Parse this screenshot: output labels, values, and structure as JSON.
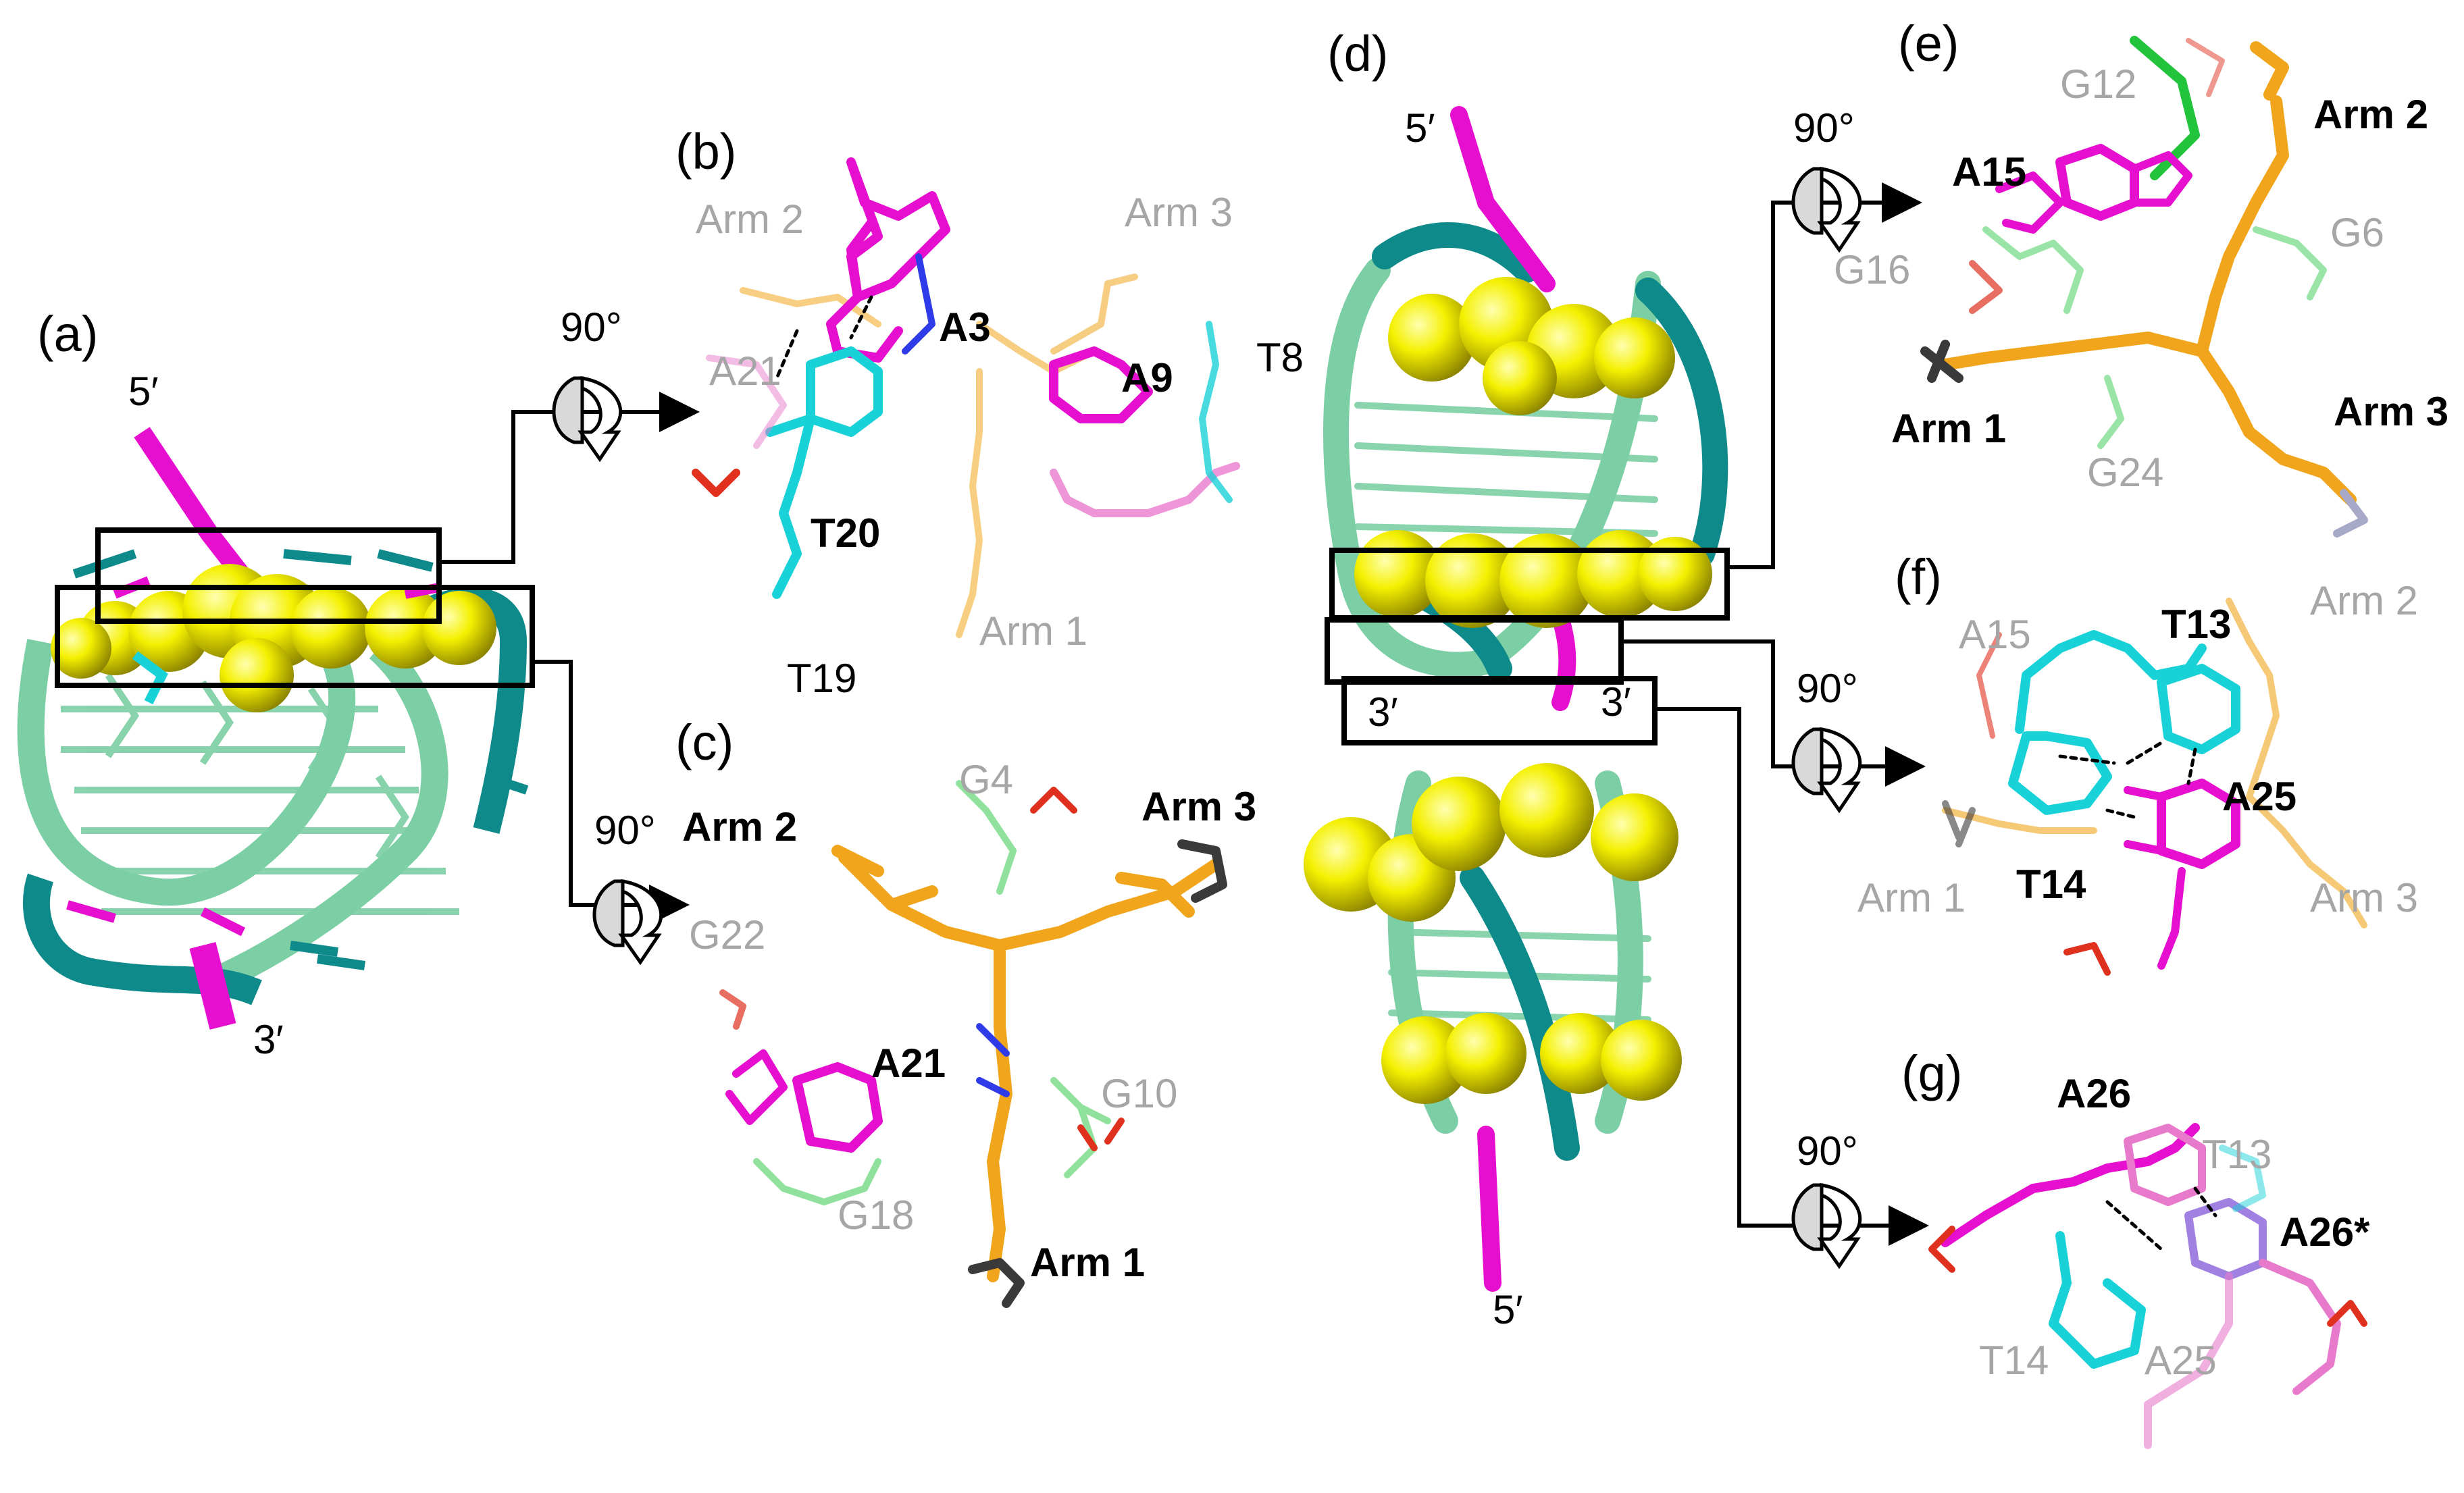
{
  "colors": {
    "magenta": "#e60fcf",
    "teal": "#0e8a8a",
    "cyan": "#19d2d8",
    "seafoam": "#7ccfa4",
    "yellow": "#f4f000",
    "orange": "#f0a51c",
    "green": "#21c43b",
    "red": "#e0311f",
    "blue": "#2f3be8",
    "grey_label": "#a6a6a6"
  },
  "panels": {
    "a": {
      "letter": "(a)",
      "five": "5′",
      "three": "3′"
    },
    "b": {
      "letter": "(b)",
      "rotation": "90°",
      "labels": {
        "arm2": "Arm 2",
        "arm3": "Arm 3",
        "a3": "A3",
        "a21": "A21",
        "a9": "A9",
        "t8": "T8",
        "t20": "T20",
        "t19": "T19",
        "arm1": "Arm 1"
      }
    },
    "c": {
      "letter": "(c)",
      "rotation": "90°",
      "labels": {
        "arm2": "Arm 2",
        "arm3": "Arm 3",
        "g4": "G4",
        "g22": "G22",
        "a21": "A21",
        "g10": "G10",
        "g18": "G18",
        "arm1": "Arm 1"
      }
    },
    "d": {
      "letter": "(d)",
      "five_top": "5′",
      "three_left": "3′",
      "three_right": "3′",
      "five_bottom": "5′"
    },
    "e": {
      "letter": "(e)",
      "rotation": "90°",
      "labels": {
        "g12": "G12",
        "arm2": "Arm 2",
        "a15": "A15",
        "g16": "G16",
        "g6": "G6",
        "arm1": "Arm 1",
        "arm3": "Arm 3",
        "g24": "G24"
      }
    },
    "f": {
      "letter": "(f)",
      "rotation": "90°",
      "labels": {
        "a15": "A15",
        "t13": "T13",
        "arm2": "Arm 2",
        "a25": "A25",
        "arm1": "Arm 1",
        "t14": "T14",
        "arm3": "Arm 3"
      }
    },
    "g": {
      "letter": "(g)",
      "rotation": "90°",
      "labels": {
        "a26": "A26",
        "t13": "T13",
        "a26s": "A26*",
        "t14": "T14",
        "a25": "A25"
      }
    }
  }
}
